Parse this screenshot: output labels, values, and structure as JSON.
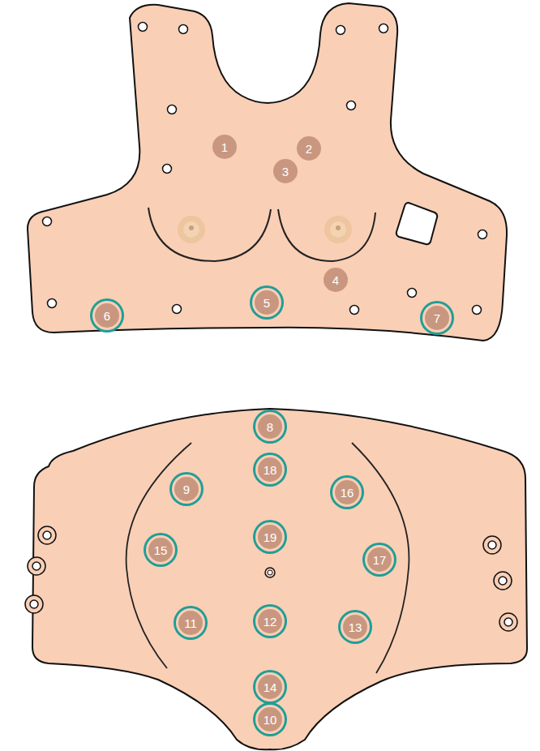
{
  "diagram": {
    "nodes": [
      {
        "text": [
          "1"
        ]
      },
      {
        "text": [
          "2"
        ]
      },
      {
        "text": [
          "3"
        ]
      },
      {
        "text": [
          "4"
        ]
      },
      {
        "text": [
          "6"
        ]
      },
      {
        "text": [
          "5"
        ]
      },
      {
        "text": [
          "7"
        ]
      },
      {
        "text": [
          "8"
        ]
      },
      {
        "text": [
          "18"
        ]
      },
      {
        "text": [
          "9"
        ]
      },
      {
        "text": [
          "16"
        ]
      },
      {
        "text": [
          "15"
        ]
      },
      {
        "text": [
          "19"
        ]
      },
      {
        "text": [
          "17"
        ]
      },
      {
        "text": [
          "11"
        ]
      },
      {
        "text": [
          "12"
        ]
      },
      {
        "text": [
          "13"
        ]
      },
      {
        "text": [
          "14"
        ]
      },
      {
        "text": [
          "10"
        ]
      }
    ]
  }
}
